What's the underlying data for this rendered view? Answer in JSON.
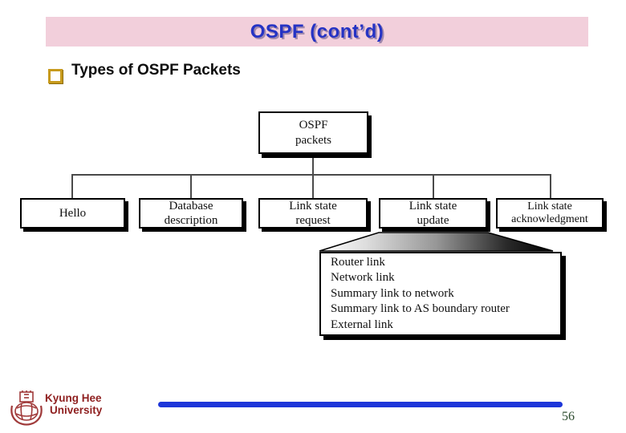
{
  "slide": {
    "title": "OSPF (cont’d)",
    "bullet_text": "Types of OSPF Packets",
    "page_number": "56"
  },
  "diagram": {
    "root_label": "OSPF\npackets",
    "children": [
      {
        "label": "Hello"
      },
      {
        "label": "Database\ndescription"
      },
      {
        "label": "Link state\nrequest"
      },
      {
        "label": "Link state\nupdate"
      },
      {
        "label": "Link state\nacknowledgment"
      }
    ],
    "update_details": [
      "Router link",
      "Network link",
      "Summary link to network",
      "Summary link to AS boundary router",
      "External link"
    ]
  },
  "footer": {
    "institution_line1": "Kyung Hee",
    "institution_line2": "University"
  },
  "icons": {
    "bullet": "square-outline-icon",
    "logo": "university-crest-icon"
  },
  "colors": {
    "title_bg": "#f2cfdb",
    "title_text": "#2533c4",
    "bullet_marker": "#c79a1c",
    "footer_text": "#8f2020",
    "footer_line": "#1d36d9",
    "page_number": "#2c4b2e"
  }
}
